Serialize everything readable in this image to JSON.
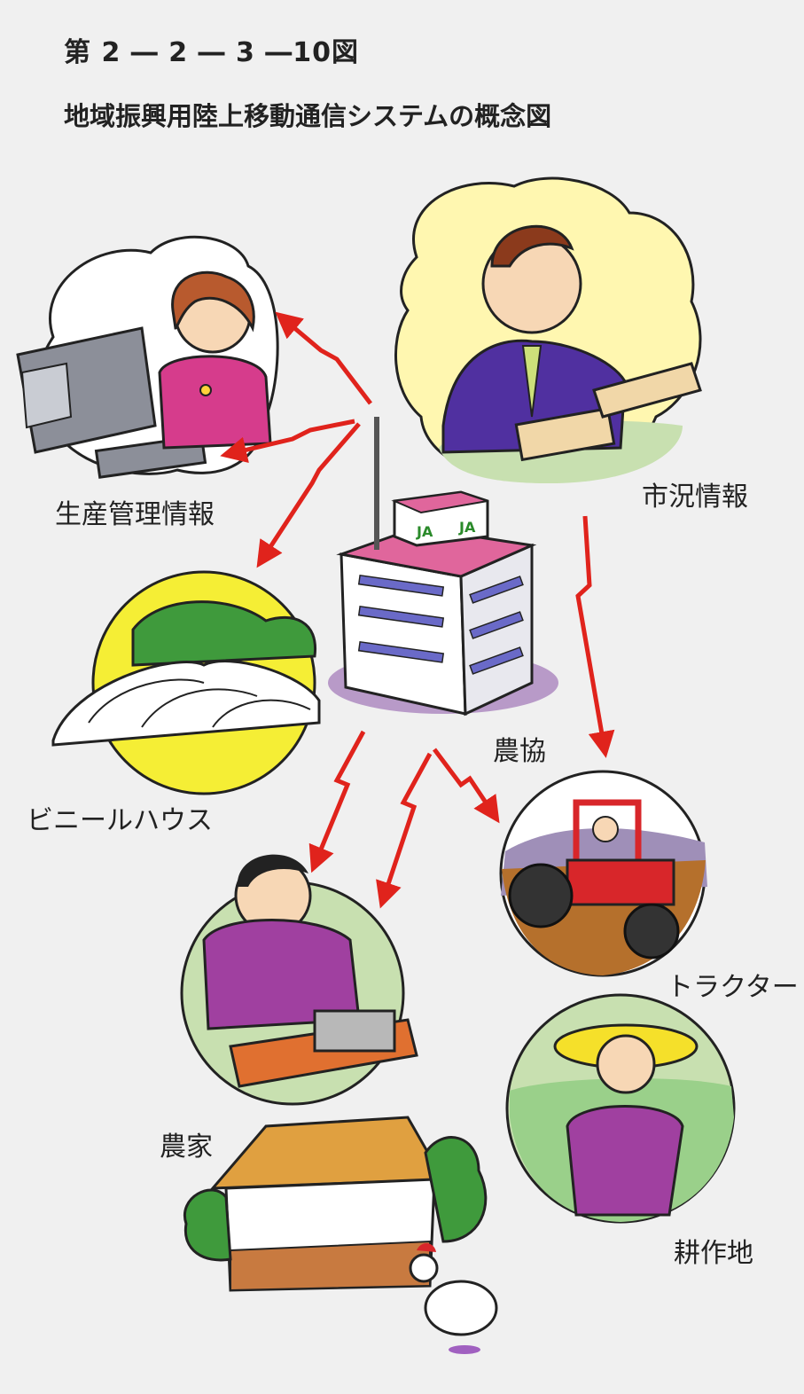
{
  "figure": {
    "number": "第 2 ― 2 ― 3 ―10図",
    "title": "地域振興用陸上移動通信システムの概念図"
  },
  "nodes": {
    "center": "農協",
    "production": "生産管理情報",
    "market": "市況情報",
    "greenhouse": "ビニールハウス",
    "farmhouse": "農家",
    "tractor": "トラクター",
    "field": "耕作地"
  },
  "logo_text": "JA",
  "colors": {
    "arrow": "#e0231c",
    "building_roof": "#e0669c",
    "market_bg": "#fff7b0",
    "greenhouse_bg": "#f5ee35",
    "scene_bg": "#c8e0b0"
  }
}
